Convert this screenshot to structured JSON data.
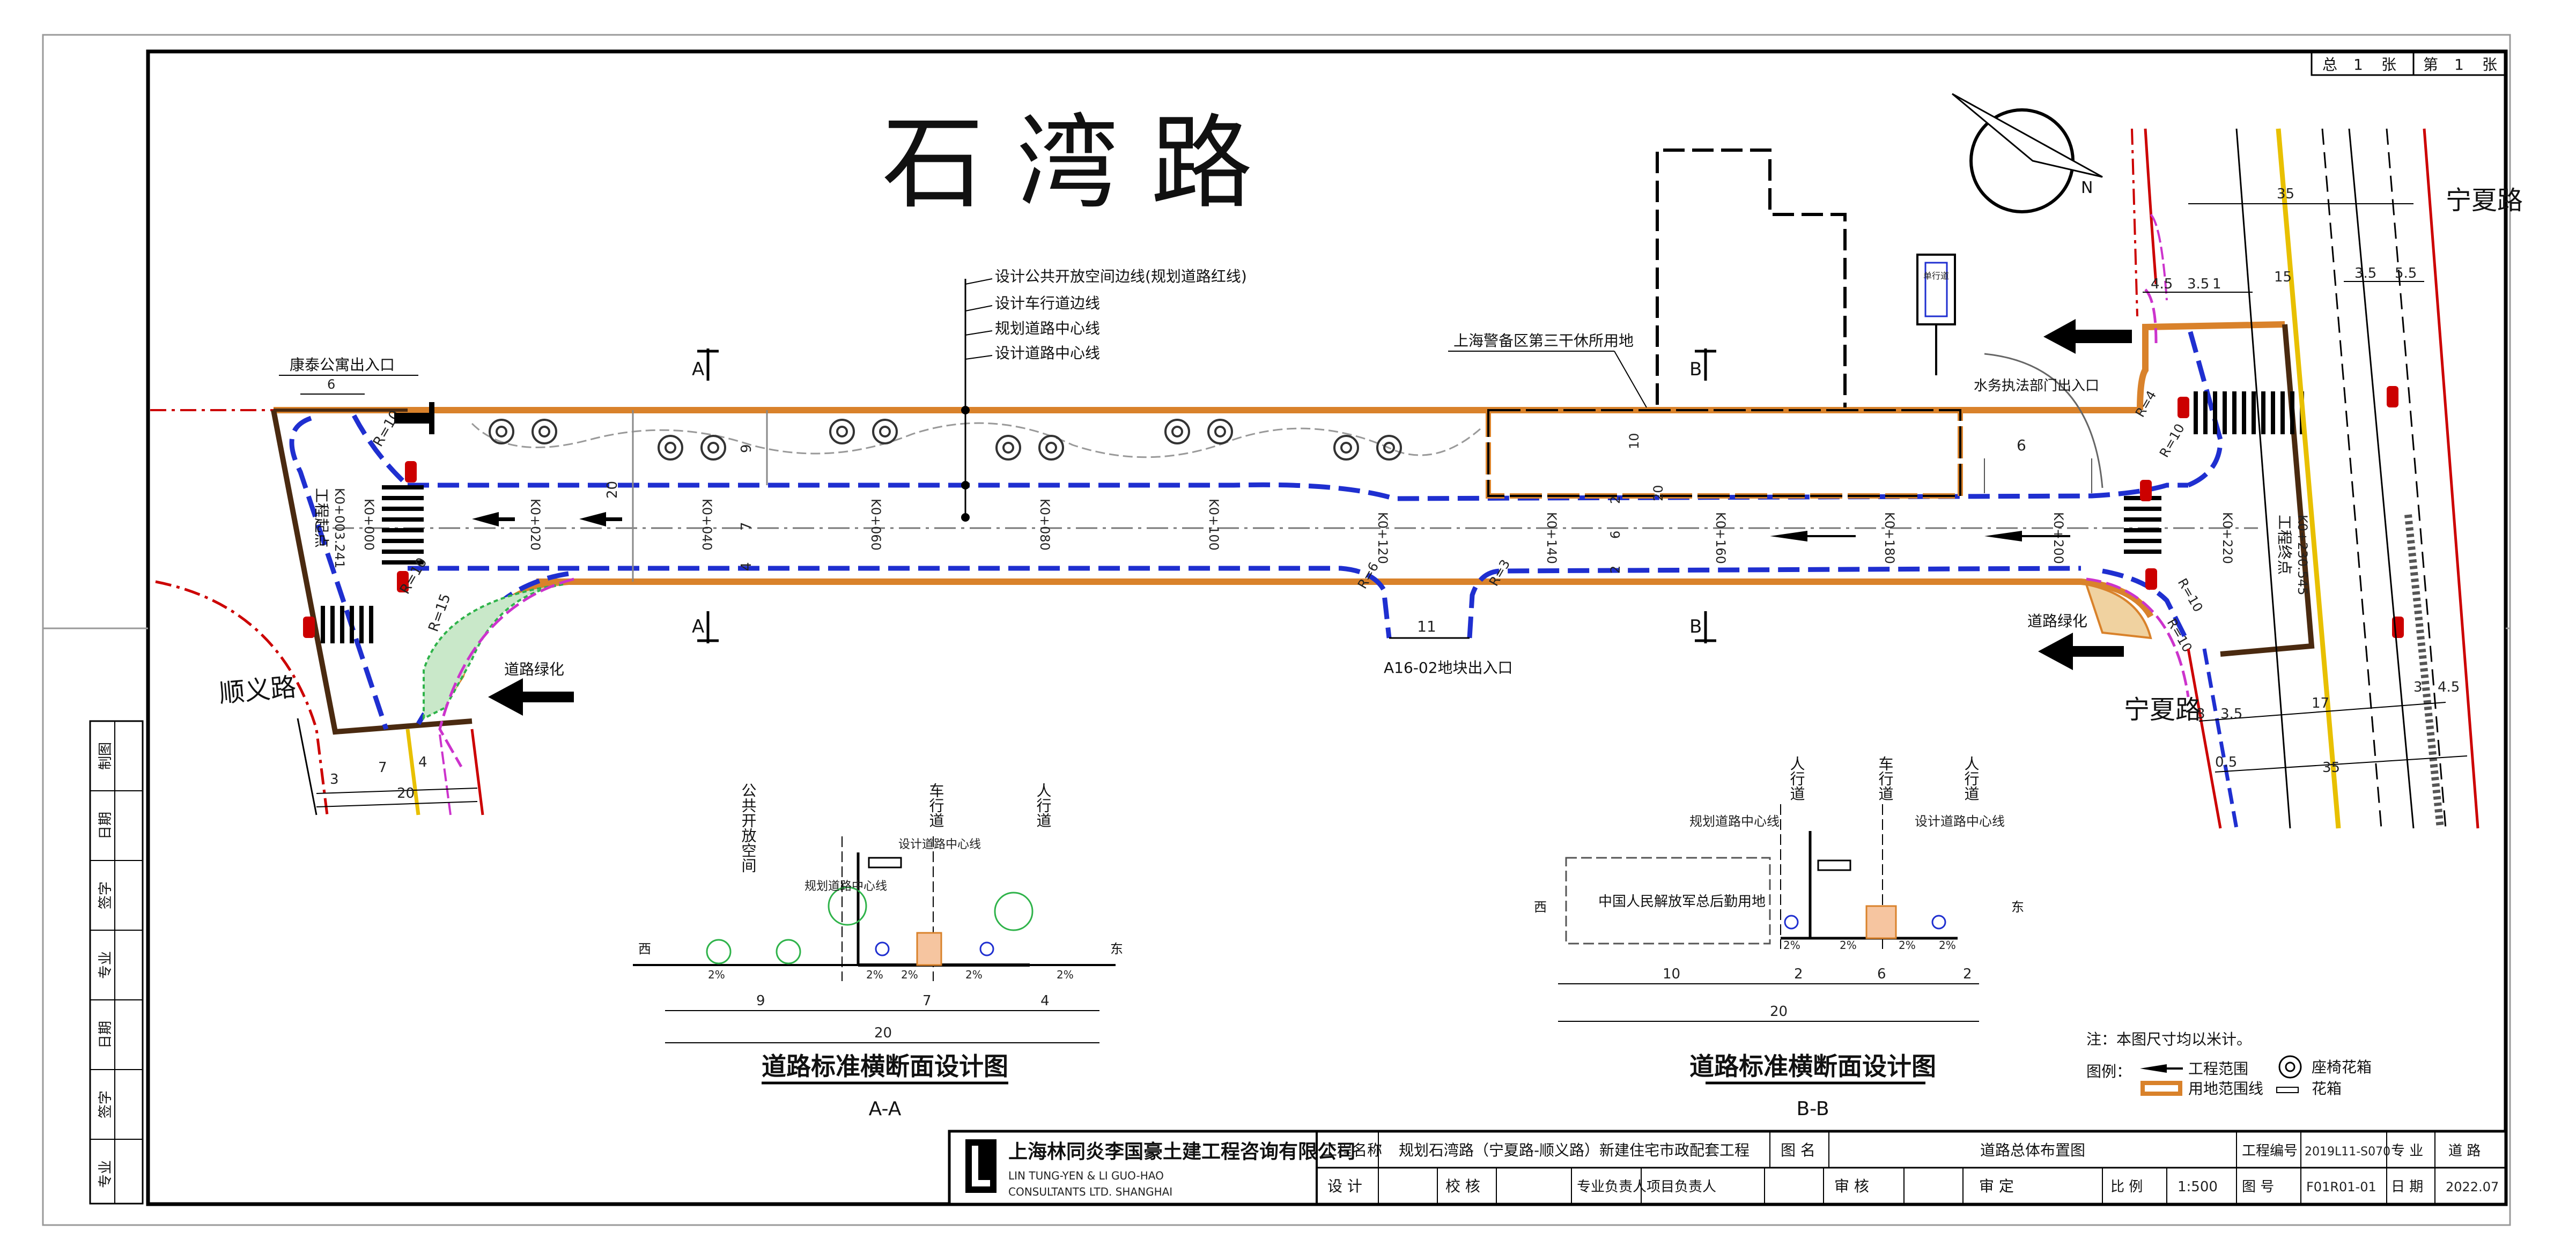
{
  "drawing": {
    "road_title": "石 湾 路",
    "sheet": {
      "total": "总",
      "total_num": "1",
      "zhang1": "张",
      "cur": "第",
      "cur_num": "1",
      "zhang2": "张"
    }
  },
  "roads": {
    "ningxia_top": "宁夏路",
    "ningxia_bottom": "宁夏路",
    "shunyi": "顺义路"
  },
  "labels": {
    "kangtai_entrance": "康泰公寓出入口",
    "section_a_top": "A",
    "section_a_bottom": "A",
    "section_b_top": "B",
    "section_b_bottom": "B",
    "leader_1": "设计公共开放空间边线(规划道路红线)",
    "leader_2": "设计车行道边线",
    "leader_3": "规划道路中心线",
    "leader_4": "设计道路中心线",
    "police_land": "上海警备区第三干休所用地",
    "water_gate": "水务执法部门出入口",
    "sign_text": "单行道",
    "a16_exit": "A16-02地块出入口",
    "green_left": "道路绿化",
    "green_right": "道路绿化",
    "start_pile": "工程起点",
    "start_pile_no": "K0+003.241",
    "end_pile": "工程终点",
    "end_pile_no": "K0+230.545"
  },
  "stations": [
    "K0+000",
    "K0+020",
    "K0+040",
    "K0+060",
    "K0+080",
    "K0+100",
    "K0+120",
    "K0+140",
    "K0+160",
    "K0+180",
    "K0+200",
    "K0+220"
  ],
  "dimensions": {
    "d6_top": "6",
    "d20_mid": "20",
    "d9": "9",
    "d7": "7",
    "d4": "4",
    "d10": "10",
    "d2a": "2",
    "d6b": "6",
    "d2b": "2",
    "d20b": "20",
    "d11": "11",
    "d6_right": "6",
    "d35_top": "35",
    "d45": "4.5",
    "d35a": "3.5",
    "d1": "1",
    "d15": "15",
    "d35b": "3.5",
    "d55": "5.5",
    "d3_bl": "3",
    "d7_bl": "7",
    "d4_bl": "4",
    "d20_bl": "20",
    "d3_br": "3",
    "d35_br": "3.5",
    "d17": "17",
    "d3_br2": "3",
    "d45_br": "4.5",
    "d05": "0.5",
    "d35_bot": "35",
    "r10a": "R=10",
    "r10b": "R=10",
    "r15": "R=15",
    "r6": "R=6",
    "r4": "R=4",
    "r10c": "R=10",
    "r10d": "R=10",
    "r10e": "R=10",
    "r3": "R=3"
  },
  "section_aa": {
    "title": "道路标准横断面设计图",
    "sub": "A-A",
    "top_labels": [
      "公共开放空间",
      "车行道",
      "人行道"
    ],
    "centerline": "设计道路中心线",
    "planned_centerline": "规划道路中心线",
    "west": "西",
    "east": "东",
    "slopes": [
      "2%",
      "2%",
      "2%",
      "2%",
      "2%"
    ],
    "dims": [
      "9",
      "7",
      "4"
    ],
    "total": "20"
  },
  "section_bb": {
    "title": "道路标准横断面设计图",
    "sub": "B-B",
    "top_labels": [
      "人行道",
      "车行道",
      "人行道"
    ],
    "planned_centerline": "规划道路中心线",
    "centerline": "设计道路中心线",
    "land": "中国人民解放军总后勤用地",
    "west": "西",
    "east": "东",
    "slopes": [
      "2%",
      "2%",
      "2%",
      "2%"
    ],
    "dims": [
      "10",
      "2",
      "6",
      "2"
    ],
    "total": "20"
  },
  "notes": {
    "note": "注：本图尺寸均以米计。",
    "legend_label": "图例：",
    "legend_scope": "工程范围",
    "legend_land": "用地范围线",
    "legend_bench": "座椅花箱",
    "legend_planter": "花箱"
  },
  "left_strip": [
    "制图",
    "日期",
    "签字",
    "专业",
    "日期",
    "签字",
    "专业"
  ],
  "title_block": {
    "company_cn": "上海林同炎李国豪土建工程咨询有限公司",
    "company_en1": "LIN TUNG-YEN & LI GUO-HAO",
    "company_en2": "CONSULTANTS LTD. SHANGHAI",
    "project_label": "工程名称",
    "project_name": "规划石湾路（宁夏路-顺义路）新建住宅市政配套工程",
    "drawing_label": "图  名",
    "drawing_name": "道路总体布置图",
    "proj_no_label": "工程编号",
    "proj_no": "2019L11-S070",
    "discipline_label": "专  业",
    "discipline": "道  路",
    "design": "设  计",
    "check": "校  核",
    "prof_lead": "专业负责人",
    "proj_lead": "项目负责人",
    "review": "审  核",
    "approve": "审  定",
    "scale_label": "比  例",
    "scale": "1:500",
    "dwg_no_label": "图  号",
    "dwg_no": "F01R01-01",
    "date_label": "日  期",
    "date": "2022.07"
  },
  "colors": {
    "red_line": "#cc0000",
    "orange": "#d9822b",
    "blue": "#1f2fd0",
    "magenta": "#cc33cc",
    "green": "#2fb34a",
    "yellow": "#e8c000",
    "brown": "#4a2a10"
  }
}
